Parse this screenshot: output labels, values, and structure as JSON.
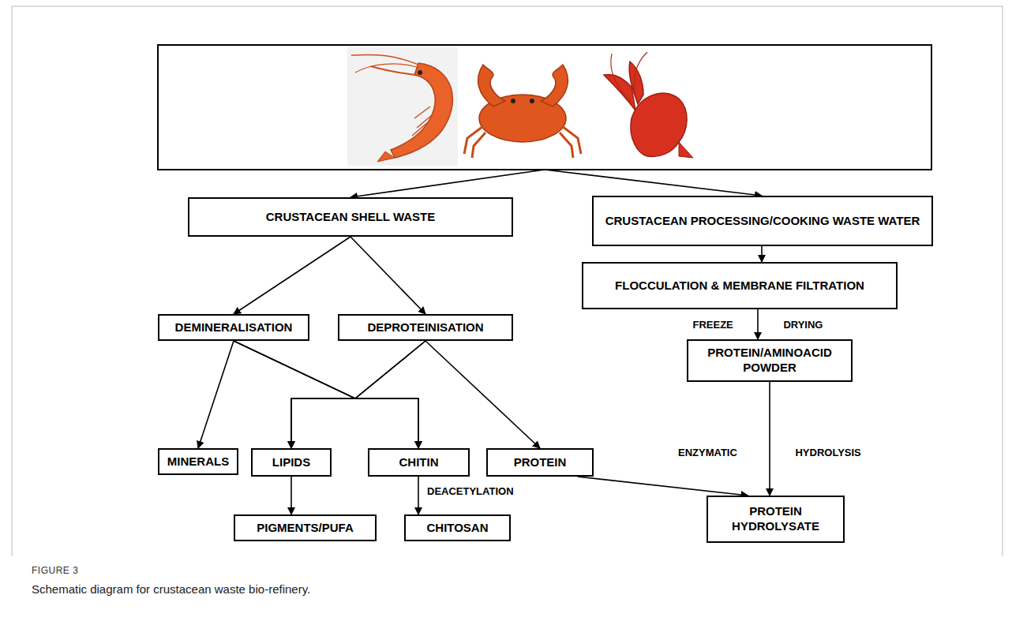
{
  "diagram": {
    "caption": "Schematic diagram for crustacean waste bio-refinery.",
    "nodes": [
      {
        "text": [
          "CRUSTACEAN SHELL WASTE"
        ]
      },
      {
        "text": [
          "CRUSTACEAN PROCESSING/COOKING WASTE WATER"
        ]
      },
      {
        "text": [
          "DEMINERALISATION"
        ]
      },
      {
        "text": [
          "DEPROTEINISATION"
        ]
      },
      {
        "text": [
          "FLOCCULATION & MEMBRANE FILTRATION"
        ]
      },
      {
        "text": [
          "PROTEIN/AMINOACID POWDER"
        ]
      },
      {
        "text": [
          "MINERALS"
        ]
      },
      {
        "text": [
          "LIPIDS"
        ]
      },
      {
        "text": [
          "CHITIN"
        ]
      },
      {
        "text": [
          "PROTEIN"
        ]
      },
      {
        "text": [
          "PIGMENTS/PUFA"
        ]
      },
      {
        "text": [
          "CHITOSAN"
        ]
      },
      {
        "text": [
          "PROTEIN HYDROLYSATE"
        ]
      }
    ],
    "edges": [
      {
        "from": 0,
        "to": 2,
        "arrow": "to"
      },
      {
        "from": 0,
        "to": 3,
        "arrow": "to"
      },
      {
        "from": 2,
        "to": 6,
        "arrow": "to"
      },
      {
        "from": 2,
        "to": 7,
        "arrow": "to"
      },
      {
        "from": 2,
        "to": 8,
        "arrow": "to"
      },
      {
        "from": 3,
        "to": 7,
        "arrow": "to"
      },
      {
        "from": 3,
        "to": 8,
        "arrow": "to"
      },
      {
        "from": 3,
        "to": 9,
        "arrow": "to"
      },
      {
        "from": 7,
        "to": 10,
        "arrow": "to"
      },
      {
        "from": 8,
        "to": 11,
        "label": "DEACETYLATION",
        "arrow": "to"
      },
      {
        "from": 1,
        "to": 4,
        "arrow": "to"
      },
      {
        "from": 4,
        "to": 5,
        "label": "FREEZE DRYING",
        "arrow": "to"
      },
      {
        "from": 5,
        "to": 12,
        "label": "ENZYMATIC HYDROLYSIS",
        "arrow": "to"
      },
      {
        "from": 9,
        "to": 12,
        "arrow": "to"
      }
    ],
    "labels": [
      "FIGURE 3"
    ]
  }
}
